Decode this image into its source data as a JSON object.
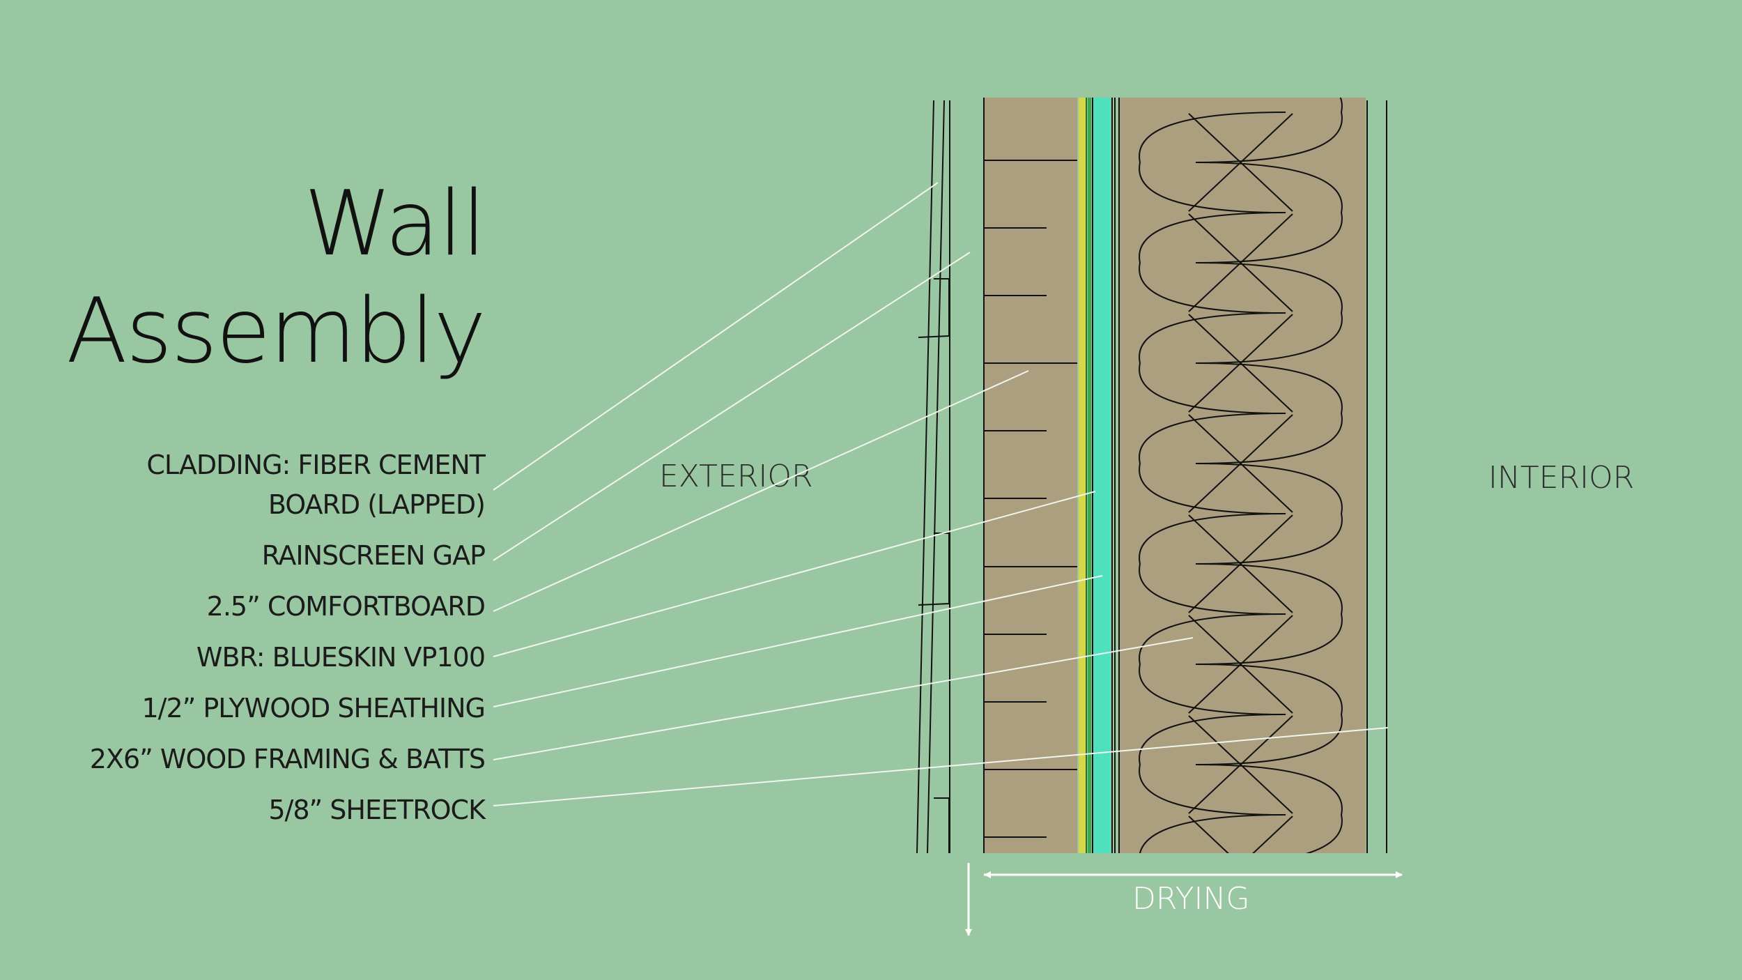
{
  "title": {
    "line1": "Wall",
    "line2": "Assembly"
  },
  "labels": [
    {
      "id": "cladding-1",
      "text": "CLADDING: FIBER CEMENT"
    },
    {
      "id": "cladding-2",
      "text": "BOARD (LAPPED)"
    },
    {
      "id": "rainscreen",
      "text": "RAINSCREEN GAP"
    },
    {
      "id": "comfortboard",
      "text": "2.5” COMFORTBOARD"
    },
    {
      "id": "wbr",
      "text": "WBR: BLUESKIN VP100"
    },
    {
      "id": "plywood",
      "text": "1/2” PLYWOOD SHEATHING"
    },
    {
      "id": "framing",
      "text": "2X6” WOOD FRAMING & BATTS"
    },
    {
      "id": "sheetrock",
      "text": "5/8” SHEETROCK"
    }
  ],
  "sides": {
    "exterior": "EXTERIOR",
    "interior": "INTERIOR"
  },
  "arrow": {
    "label": "DRYING"
  },
  "colors": {
    "background": "#99c7a1",
    "insulation": "#ab9f7f",
    "membrane_yellow": "#d4d84a",
    "membrane_green": "#3aa84c",
    "sheathing_teal": "#4fe0be",
    "leader_line": "#f2f6f0",
    "ink": "#111111"
  }
}
